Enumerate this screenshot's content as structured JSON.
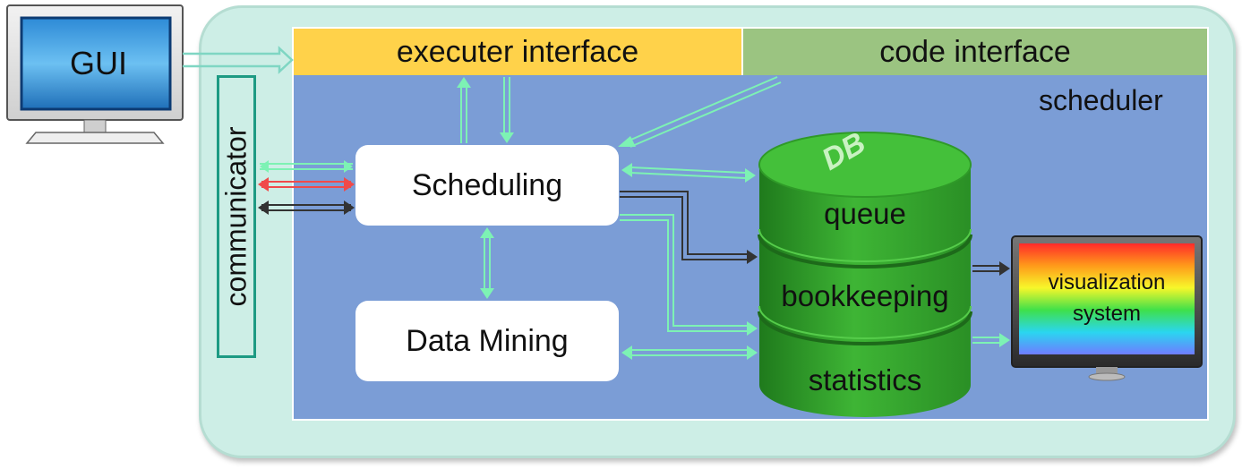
{
  "gui": {
    "label": "GUI"
  },
  "communicator": {
    "label": "communicator"
  },
  "interfaces": {
    "executer": "executer interface",
    "code": "code interface"
  },
  "scheduler": {
    "label": "scheduler"
  },
  "modules": {
    "scheduling": "Scheduling",
    "data_mining": "Data Mining"
  },
  "database": {
    "logo": "DB",
    "layers": [
      "queue",
      "bookkeeping",
      "statistics"
    ]
  },
  "visualization": {
    "line1": "visualization",
    "line2": "system"
  },
  "colors": {
    "outer": "#cdeee6",
    "scheduler": "#7b9dd6",
    "executer": "#ffd24a",
    "code": "#9bc481",
    "db": "#3fae35",
    "arrow_green": "#7df2b4",
    "arrow_red": "#f04a4a",
    "arrow_dark": "#333333"
  }
}
